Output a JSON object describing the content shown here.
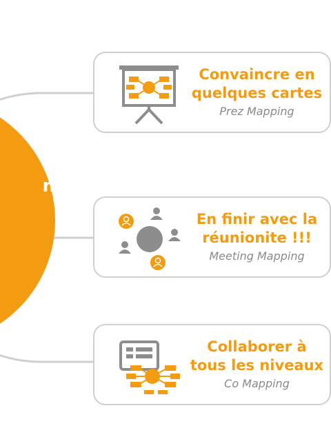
{
  "colors": {
    "accent": "#f39c12",
    "hub": "#f39c12",
    "connector": "#cfcfcf",
    "icon_gray": "#8d8d8d",
    "subtitle": "#8a8a8a"
  },
  "hub": {
    "visible_text": "à\nn"
  },
  "cards": [
    {
      "icon": "presentation-board-icon",
      "title": "Convaincre en\nquelques cartes",
      "subtitle": "Prez Mapping"
    },
    {
      "icon": "meeting-people-icon",
      "title": "En finir avec la\nréunionite !!!",
      "subtitle": "Meeting Mapping"
    },
    {
      "icon": "collaboration-map-icon",
      "title": "Collaborer à\ntous les niveaux",
      "subtitle": "Co Mapping"
    }
  ]
}
